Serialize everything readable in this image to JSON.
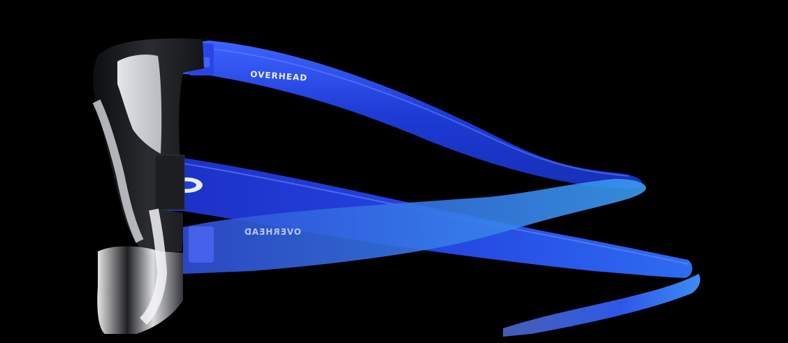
{
  "product": {
    "model_name": "OVERHEAD",
    "model_name_reflection": "OVERHEAD",
    "brand_logo": "oakley-ellipse-logo",
    "view": "side-profile"
  },
  "colors": {
    "background": "#000000",
    "frame_front": "#1a1b1e",
    "temple_primary": "#1f3fd6",
    "temple_highlight": "#3d6bff",
    "temple_tip": "#2d63f0",
    "lens_tint": "#e9ebee",
    "logo": "#e8ecf5",
    "text": "#e6ecff"
  }
}
